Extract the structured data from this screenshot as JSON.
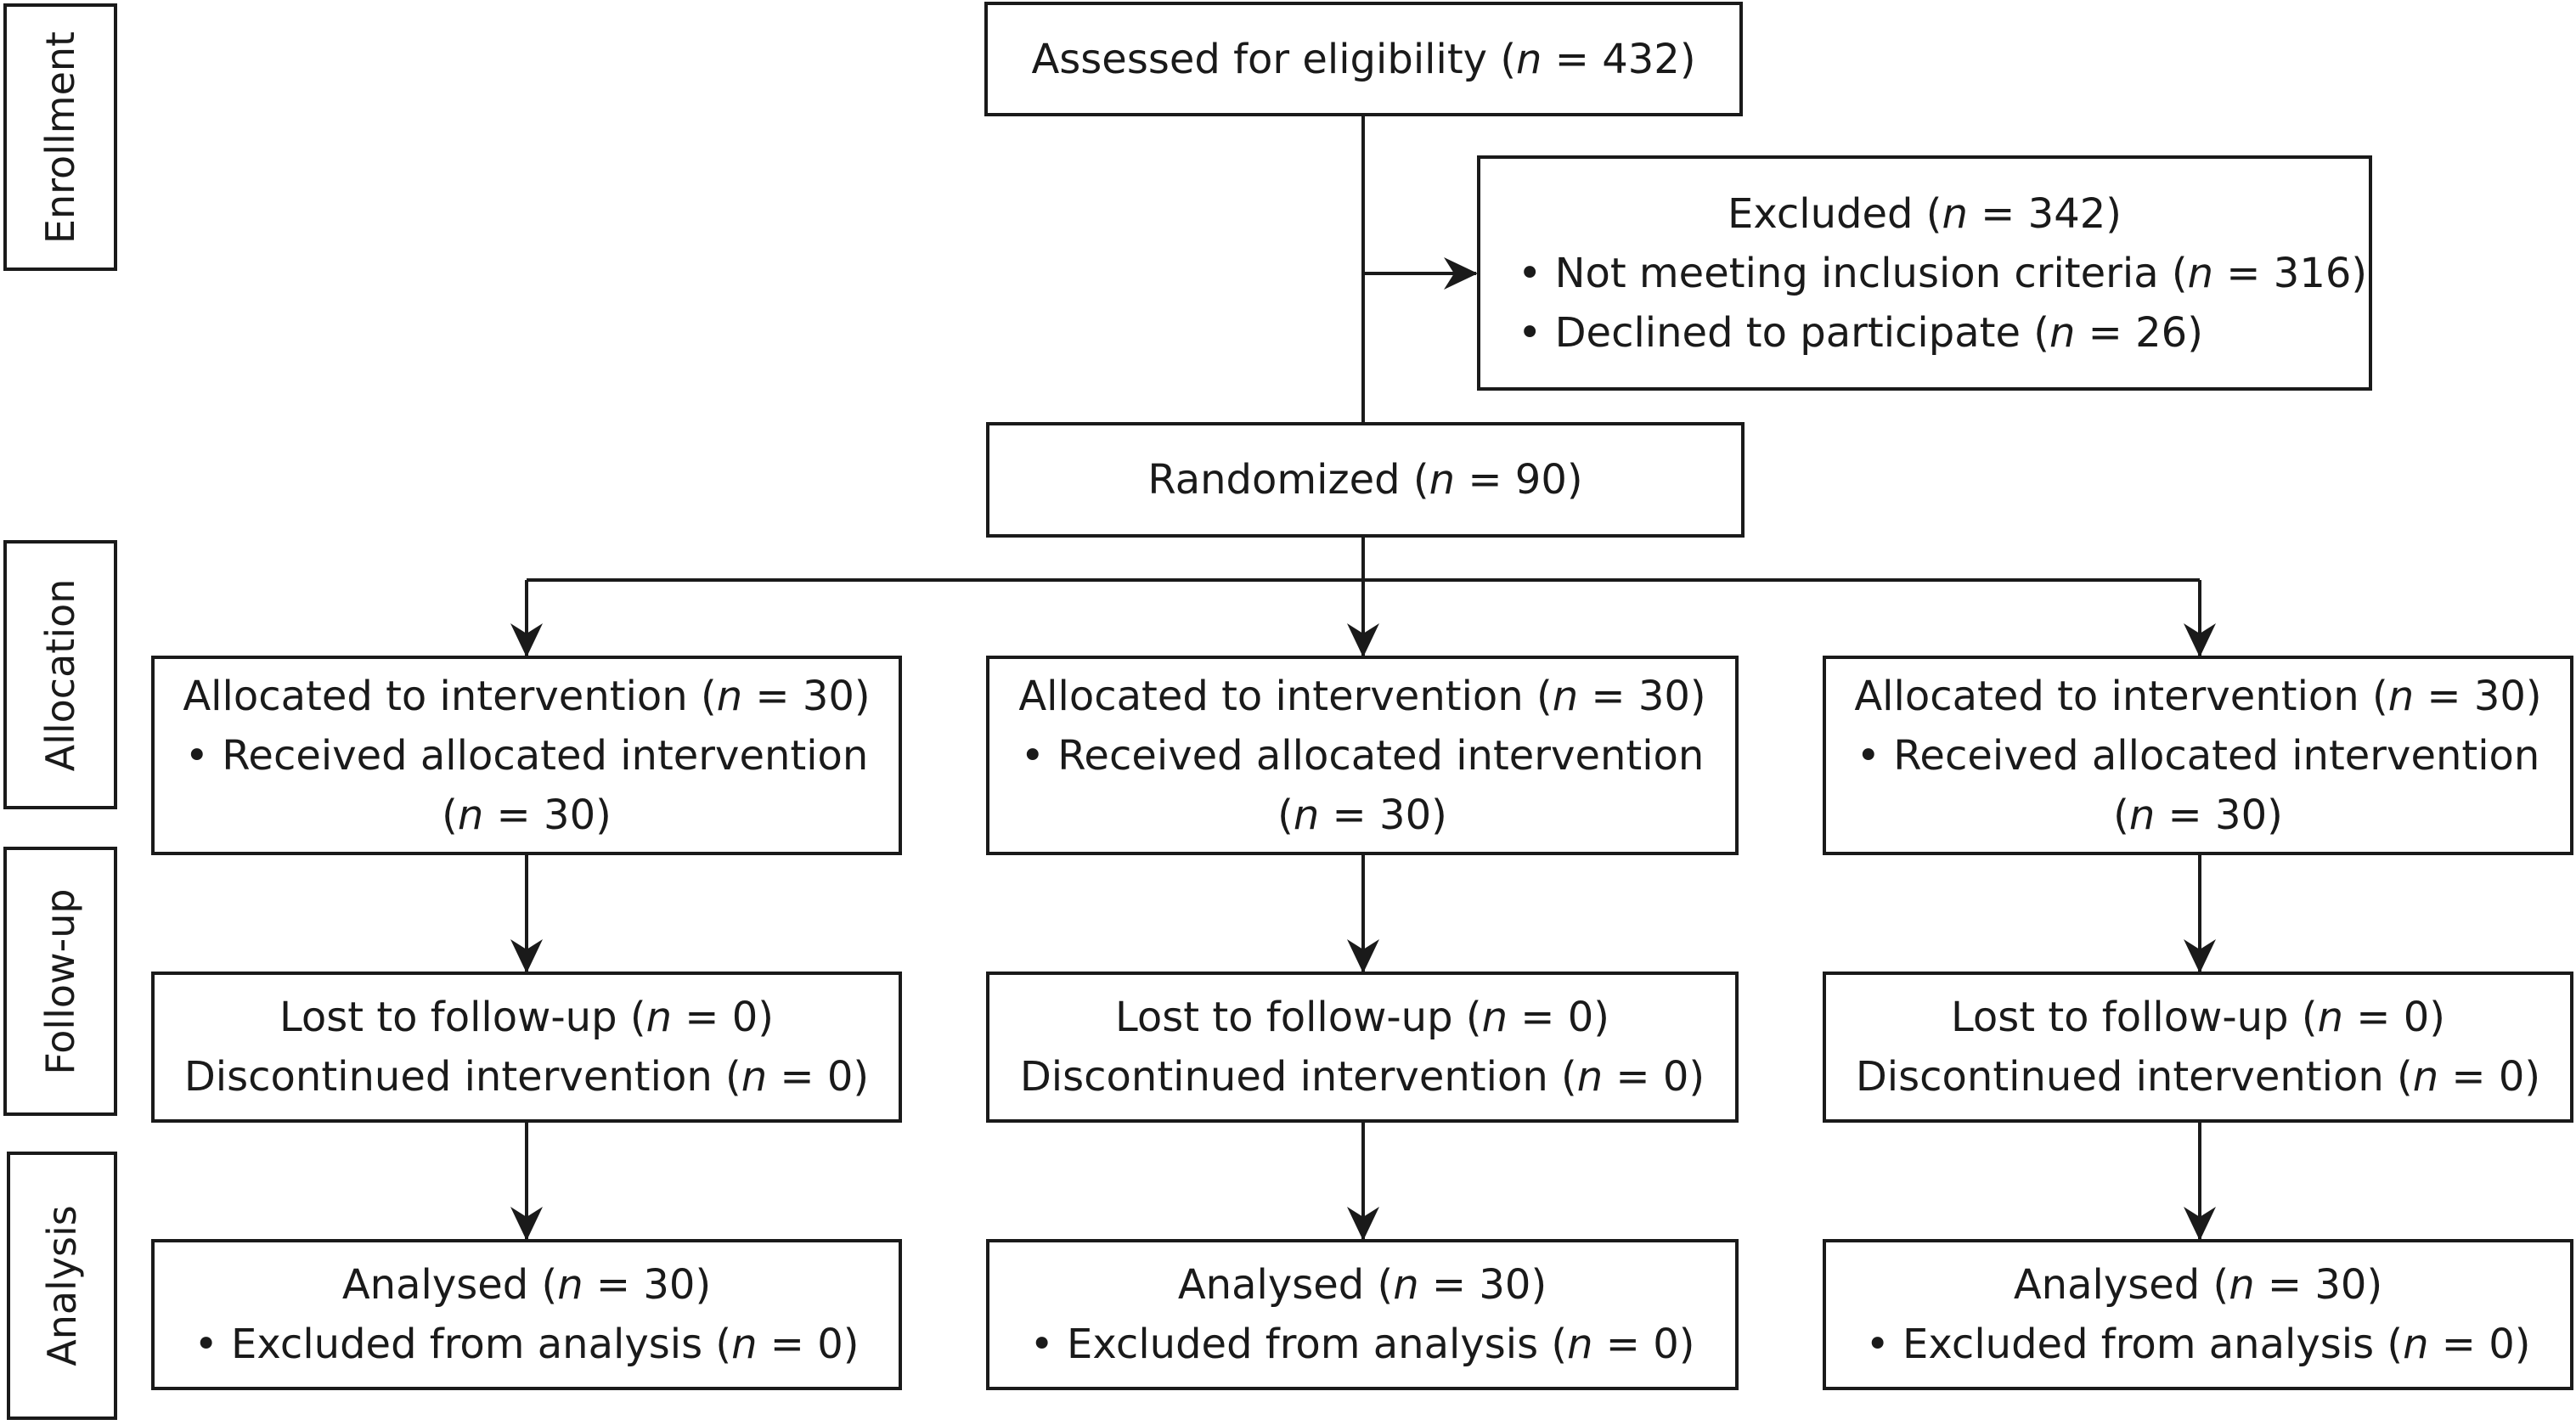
{
  "stages": {
    "enrollment": "Enrollment",
    "allocation": "Allocation",
    "followup": "Follow-up",
    "analysis": "Analysis"
  },
  "assessed": {
    "text": "Assessed for eligibility (",
    "n": "n",
    "value": " = 432)"
  },
  "excluded": {
    "title": {
      "text": "Excluded (",
      "n": "n",
      "value": " = 342)"
    },
    "items": [
      {
        "text": "• Not meeting inclusion criteria (",
        "n": "n",
        "value": " = 316)"
      },
      {
        "text": "• Declined to participate (",
        "n": "n",
        "value": " = 26)"
      }
    ]
  },
  "randomized": {
    "text": "Randomized (",
    "n": "n",
    "value": " = 90)"
  },
  "arms": [
    {
      "allocated": {
        "text": "Allocated to intervention (",
        "n": "n",
        "value": " = 30)"
      },
      "received": "• Received allocated intervention",
      "received_n": {
        "text": "(",
        "n": "n",
        "value": " = 30)"
      },
      "lost": {
        "text": "Lost to follow-up (",
        "n": "n",
        "value": " = 0)"
      },
      "discontinued": {
        "text": "Discontinued intervention (",
        "n": "n",
        "value": " = 0)"
      },
      "analysed": {
        "text": "Analysed (",
        "n": "n",
        "value": " = 30)"
      },
      "excluded_analysis": {
        "text": "• Excluded from analysis (",
        "n": "n",
        "value": " = 0)"
      }
    },
    {
      "allocated": {
        "text": "Allocated to intervention (",
        "n": "n",
        "value": " = 30)"
      },
      "received": "• Received allocated intervention",
      "received_n": {
        "text": "(",
        "n": "n",
        "value": " = 30)"
      },
      "lost": {
        "text": "Lost to follow-up (",
        "n": "n",
        "value": " = 0)"
      },
      "discontinued": {
        "text": "Discontinued intervention (",
        "n": "n",
        "value": " = 0)"
      },
      "analysed": {
        "text": "Analysed (",
        "n": "n",
        "value": " = 30)"
      },
      "excluded_analysis": {
        "text": "• Excluded from analysis (",
        "n": "n",
        "value": " = 0)"
      }
    },
    {
      "allocated": {
        "text": "Allocated to intervention (",
        "n": "n",
        "value": " = 30)"
      },
      "received": "• Received allocated intervention",
      "received_n": {
        "text": "(",
        "n": "n",
        "value": " = 30)"
      },
      "lost": {
        "text": "Lost to follow-up (",
        "n": "n",
        "value": " = 0)"
      },
      "discontinued": {
        "text": "Discontinued intervention (",
        "n": "n",
        "value": " = 0)"
      },
      "analysed": {
        "text": "Analysed (",
        "n": "n",
        "value": " = 30)"
      },
      "excluded_analysis": {
        "text": "• Excluded from analysis (",
        "n": "n",
        "value": " = 0)"
      }
    }
  ]
}
